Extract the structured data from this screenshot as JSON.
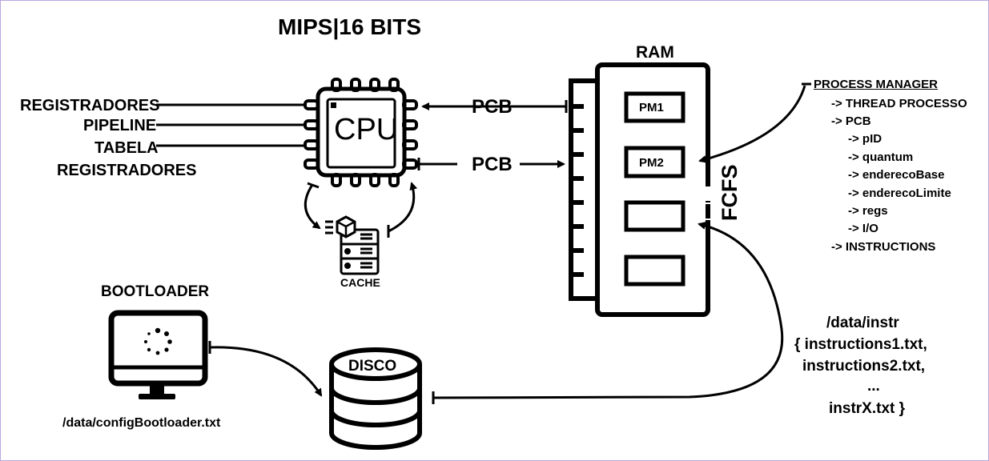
{
  "title": "MIPS|16 BITS",
  "cpu": {
    "label": "CPU"
  },
  "registers": [
    "REGISTRADORES",
    "PIPELINE",
    "TABELA",
    "REGISTRADORES"
  ],
  "pcb_in_label": "PCB",
  "pcb_out_label": "PCB",
  "cache_label": "CACHE",
  "ram": {
    "label": "RAM",
    "slots": [
      "PM1",
      "PM2",
      "",
      ""
    ]
  },
  "scheduler_label": "FCFS",
  "process_manager": {
    "title": "PROCESS MANAGER",
    "items": [
      "-> THREAD PROCESSO",
      "-> PCB",
      "-> pID",
      "-> quantum",
      "-> enderecoBase",
      "-> enderecoLimite",
      "-> regs",
      "-> I/O",
      "-> INSTRUCTIONS"
    ]
  },
  "bootloader": {
    "label": "BOOTLOADER",
    "config_file": "/data/configBootloader.txt"
  },
  "disk": {
    "label": "DISCO"
  },
  "instructions_path": [
    "/data/instr",
    "{ instructions1.txt,",
    "instructions2.txt,",
    "...",
    "instrX.txt }"
  ],
  "icons": [
    "cpu-icon",
    "cache-server-icon",
    "ram-module-icon",
    "monitor-icon",
    "loading-spinner-icon",
    "disk-database-icon"
  ]
}
